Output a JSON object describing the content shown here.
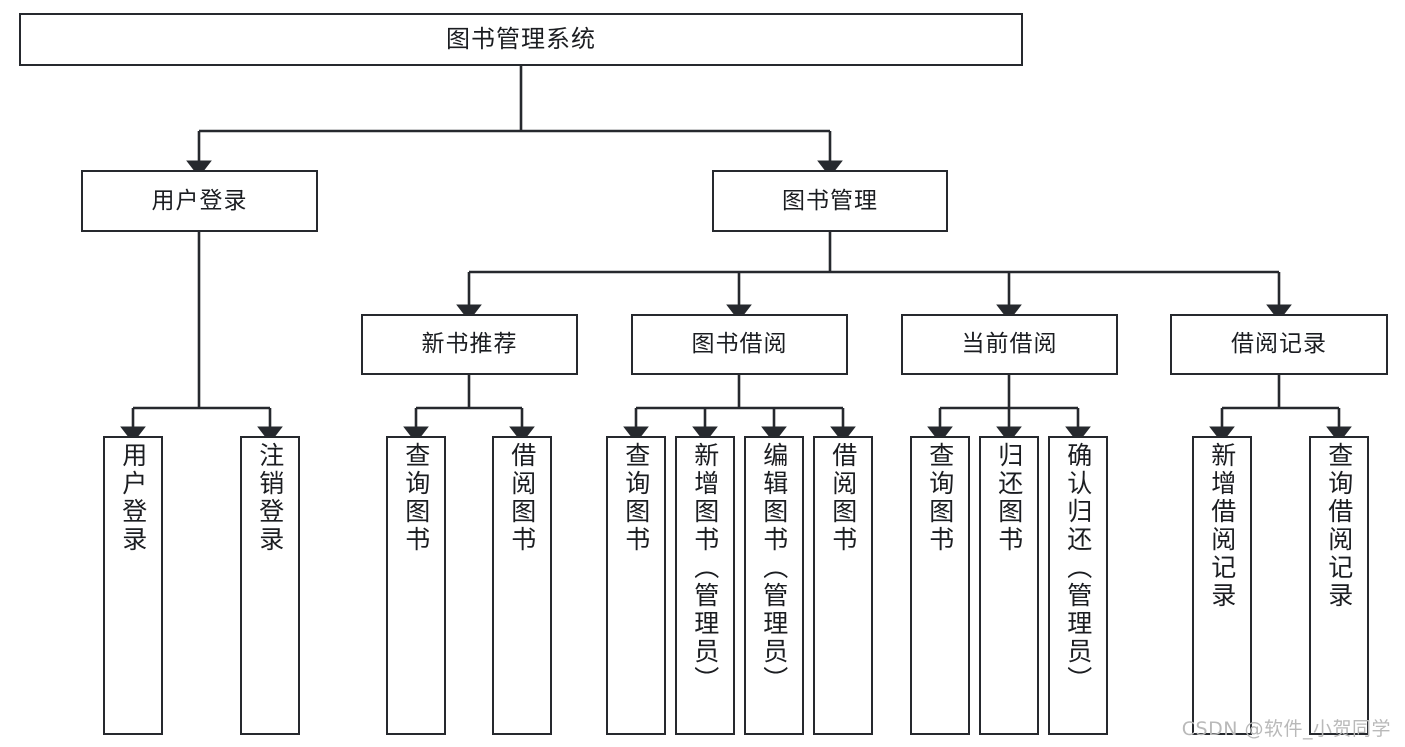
{
  "diagram": {
    "type": "tree-hierarchy",
    "title": "图书管理系统",
    "stroke_color": "#26292e",
    "background_color": "#ffffff",
    "watermark": "CSDN @软件_小贺同学",
    "nodes": {
      "root": {
        "label": "图书管理系统"
      },
      "level2": [
        {
          "id": "user-login",
          "label": "用户登录"
        },
        {
          "id": "book-manage",
          "label": "图书管理"
        }
      ],
      "level3": [
        {
          "id": "new-book-rec",
          "label": "新书推荐"
        },
        {
          "id": "book-borrow",
          "label": "图书借阅"
        },
        {
          "id": "current-borrow",
          "label": "当前借阅"
        },
        {
          "id": "borrow-record",
          "label": "借阅记录"
        }
      ],
      "leaves": {
        "user_login": [
          {
            "id": "leaf-user-login",
            "label": "用户登录"
          },
          {
            "id": "leaf-logout-login",
            "label": "注销登录"
          }
        ],
        "new_book_rec": [
          {
            "id": "leaf-query-book-1",
            "label": "查询图书"
          },
          {
            "id": "leaf-borrow-book-1",
            "label": "借阅图书"
          }
        ],
        "book_borrow": [
          {
            "id": "leaf-query-book-2",
            "label": "查询图书"
          },
          {
            "id": "leaf-add-book",
            "label": "新增图书（管理员）"
          },
          {
            "id": "leaf-edit-book",
            "label": "编辑图书（管理员）"
          },
          {
            "id": "leaf-borrow-book-2",
            "label": "借阅图书"
          }
        ],
        "current_borrow": [
          {
            "id": "leaf-query-book-3",
            "label": "查询图书"
          },
          {
            "id": "leaf-return-book",
            "label": "归还图书"
          },
          {
            "id": "leaf-confirm-return",
            "label": "确认归还（管理员）"
          }
        ],
        "borrow_record": [
          {
            "id": "leaf-add-record",
            "label": "新增借阅记录"
          },
          {
            "id": "leaf-query-record",
            "label": "查询借阅记录"
          }
        ]
      }
    }
  }
}
